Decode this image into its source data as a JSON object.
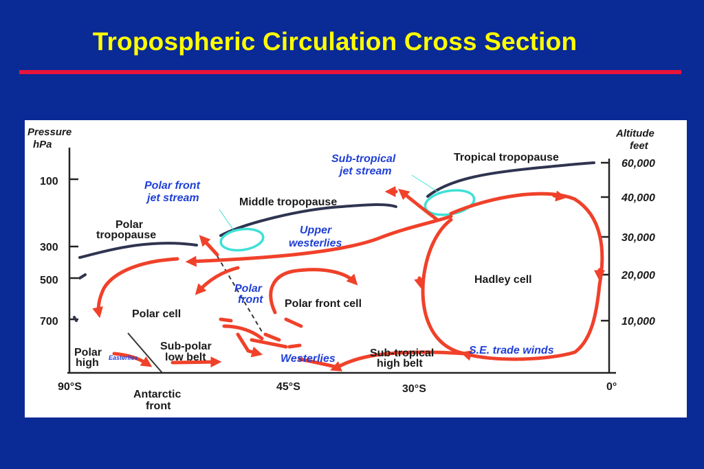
{
  "slide": {
    "title": "Tropospheric Circulation Cross Section",
    "title_color": "#ffff00",
    "background_color": "#0a2a96",
    "rule_color": "#e8143c"
  },
  "diagram": {
    "left_axis": {
      "title_line1": "Pressure",
      "title_line2": "hPa",
      "ticks": [
        "100",
        "300",
        "500",
        "700"
      ]
    },
    "right_axis": {
      "title_line1": "Altitude",
      "title_line2": "feet",
      "ticks": [
        "60,000",
        "40,000",
        "30,000",
        "20,000",
        "10,000"
      ]
    },
    "bottom_axis": {
      "ticks": [
        "90°S",
        "45°S",
        "30°S",
        "0°"
      ]
    },
    "labels": {
      "tropical_tropopause": "Tropical tropopause",
      "middle_tropopause": "Middle tropopause",
      "polar_tropopause_line1": "Polar",
      "polar_tropopause_line2": "tropopause",
      "hadley_cell": "Hadley cell",
      "polar_front_cell": "Polar front cell",
      "polar_cell": "Polar cell",
      "polar_high_line1": "Polar",
      "polar_high_line2": "high",
      "subpolar_low_line1": "Sub-polar",
      "subpolar_low_line2": "low belt",
      "subtropical_high_line1": "Sub-tropical",
      "subtropical_high_line2": "high belt",
      "antarctic_front_line1": "Antarctic",
      "antarctic_front_line2": "front"
    },
    "blue_labels": {
      "subtropical_jet_line1": "Sub-tropical",
      "subtropical_jet_line2": "jet stream",
      "polar_front_jet_line1": "Polar front",
      "polar_front_jet_line2": "jet stream",
      "upper_westerlies_line1": "Upper",
      "upper_westerlies_line2": "westerlies",
      "polar_front_line1": "Polar",
      "polar_front_line2": "front",
      "westerlies": "Westerlies",
      "se_trade_winds": "S.E. trade winds",
      "easterlies": "Easterlies"
    },
    "colors": {
      "arrows": "#f0412a",
      "tropopause": "#2f3450",
      "jet_stream_outline": "#3ee0d6",
      "blue_text": "#1f3fd6"
    }
  }
}
